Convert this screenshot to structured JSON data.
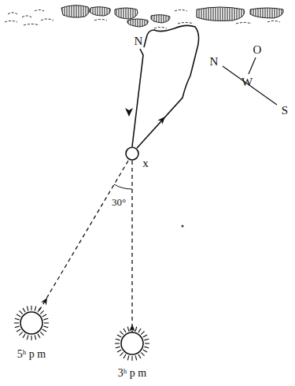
{
  "diagram": {
    "labels": [
      "N",
      "x",
      "30°",
      "5ʰ p m",
      "3ʰ p m",
      "N",
      "O",
      "W",
      "S"
    ]
  }
}
